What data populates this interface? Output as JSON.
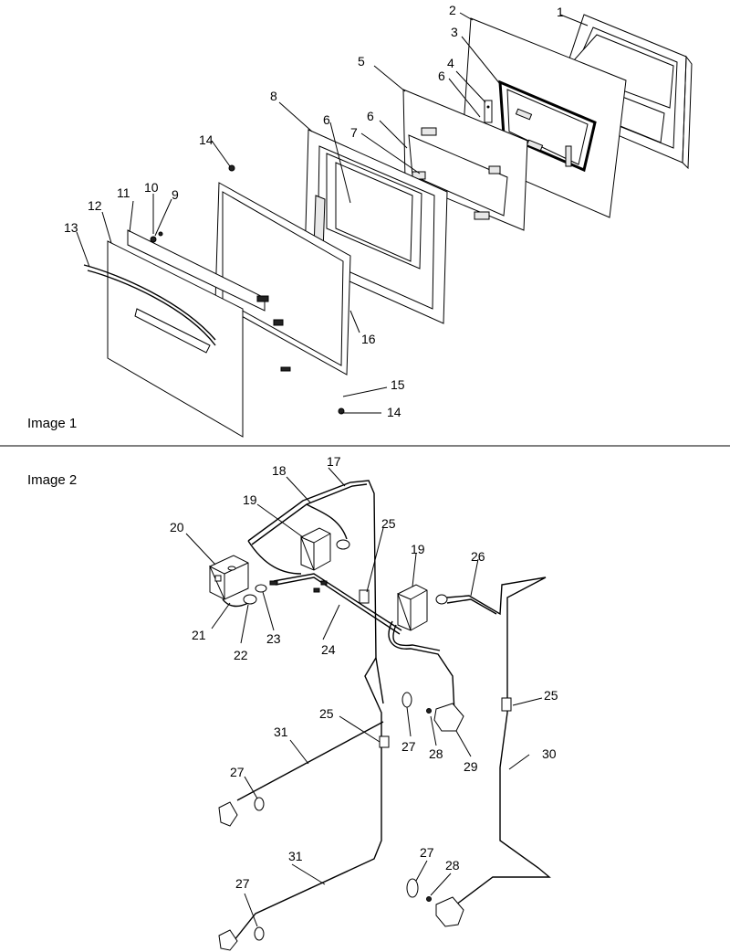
{
  "sections": [
    {
      "caption": "Image 1"
    },
    {
      "caption": "Image 2"
    }
  ],
  "callouts": {
    "c1": "1",
    "c2": "2",
    "c3": "3",
    "c4": "4",
    "c5": "5",
    "c6a": "6",
    "c6b": "6",
    "c6c": "6",
    "c7": "7",
    "c8": "8",
    "c9": "9",
    "c10": "10",
    "c11": "11",
    "c12": "12",
    "c13": "13",
    "c14a": "14",
    "c14b": "14",
    "c15": "15",
    "c16": "16",
    "c17": "17",
    "c18": "18",
    "c19a": "19",
    "c19b": "19",
    "c20": "20",
    "c21": "21",
    "c22": "22",
    "c23": "23",
    "c24": "24",
    "c25a": "25",
    "c25b": "25",
    "c25c": "25",
    "c26": "26",
    "c27a": "27",
    "c27b": "27",
    "c27c": "27",
    "c27d": "27",
    "c28a": "28",
    "c28b": "28",
    "c29": "29",
    "c30": "30",
    "c31a": "31",
    "c31b": "31"
  }
}
